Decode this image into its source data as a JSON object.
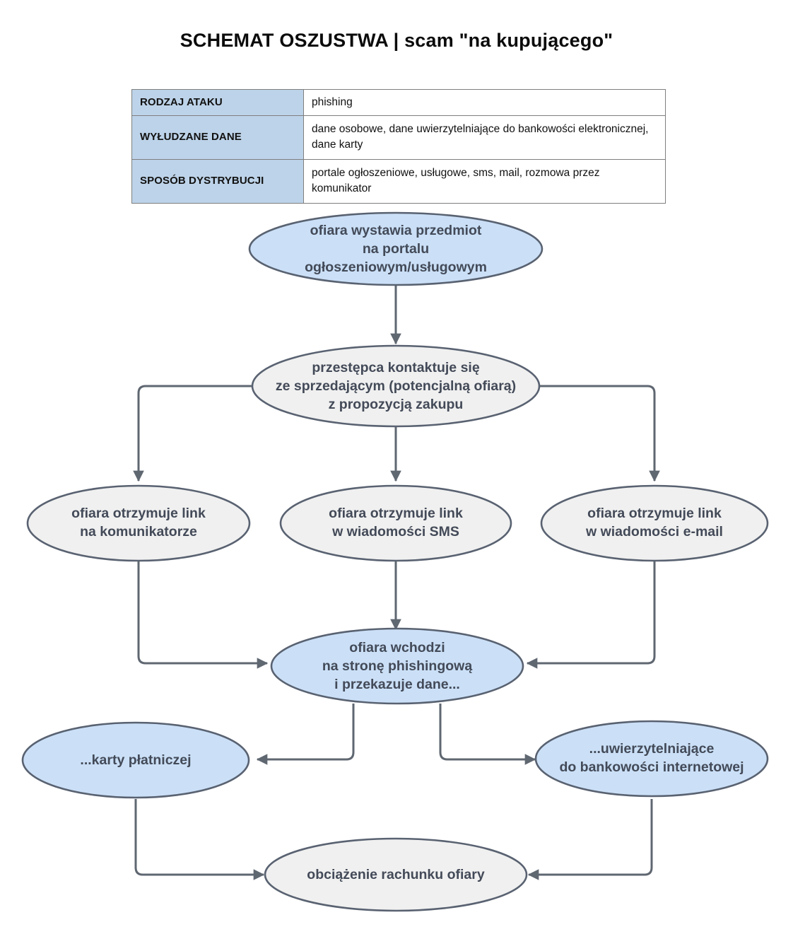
{
  "title": "SCHEMAT OSZUSTWA | scam \"na kupującego\"",
  "table": {
    "rows": [
      {
        "label": "RODZAJ ATAKU",
        "value": "phishing"
      },
      {
        "label": "WYŁUDZANE DANE",
        "value": "dane osobowe, dane uwierzytelniające do bankowości elektronicznej, dane karty"
      },
      {
        "label": "SPOSÓB DYSTRYBUCJI",
        "value": "portale ogłoszeniowe, usługowe, sms, mail, rozmowa przez komunikator"
      }
    ]
  },
  "colors": {
    "node_blue": "#cbe0f7",
    "node_grey": "#f0f0f0",
    "node_border": "#596271",
    "connector": "#5f6771",
    "node_text": "#434a58",
    "table_header_fill": "#bdd3e9",
    "table_border": "#7f7f7f"
  },
  "nodes": [
    {
      "id": "victim-lists-item",
      "fill": "blue",
      "lines": [
        "ofiara wystawia przedmiot",
        "na portalu",
        "ogłoszeniowym/usługowym"
      ]
    },
    {
      "id": "criminal-contacts-seller",
      "fill": "grey",
      "lines": [
        "przestępca kontaktuje się",
        "ze sprzedającym (potencjalną ofiarą)",
        "z propozycją zakupu"
      ]
    },
    {
      "id": "link-via-messenger",
      "fill": "grey",
      "lines": [
        "ofiara otrzymuje link",
        "na komunikatorze"
      ]
    },
    {
      "id": "link-via-sms",
      "fill": "grey",
      "lines": [
        "ofiara otrzymuje link",
        "w wiadomości SMS"
      ]
    },
    {
      "id": "link-via-email",
      "fill": "grey",
      "lines": [
        "ofiara otrzymuje link",
        "w wiadomości e-mail"
      ]
    },
    {
      "id": "victim-enters-phishing-page",
      "fill": "blue",
      "lines": [
        "ofiara wchodzi",
        "na stronę phishingową",
        "i przekazuje dane..."
      ]
    },
    {
      "id": "payment-card-data",
      "fill": "blue",
      "lines": [
        "...karty płatniczej"
      ]
    },
    {
      "id": "online-banking-credentials",
      "fill": "blue",
      "lines": [
        "...uwierzytelniające",
        "do bankowości internetowej"
      ]
    },
    {
      "id": "account-debited",
      "fill": "grey",
      "lines": [
        "obciążenie rachunku ofiary"
      ]
    }
  ]
}
